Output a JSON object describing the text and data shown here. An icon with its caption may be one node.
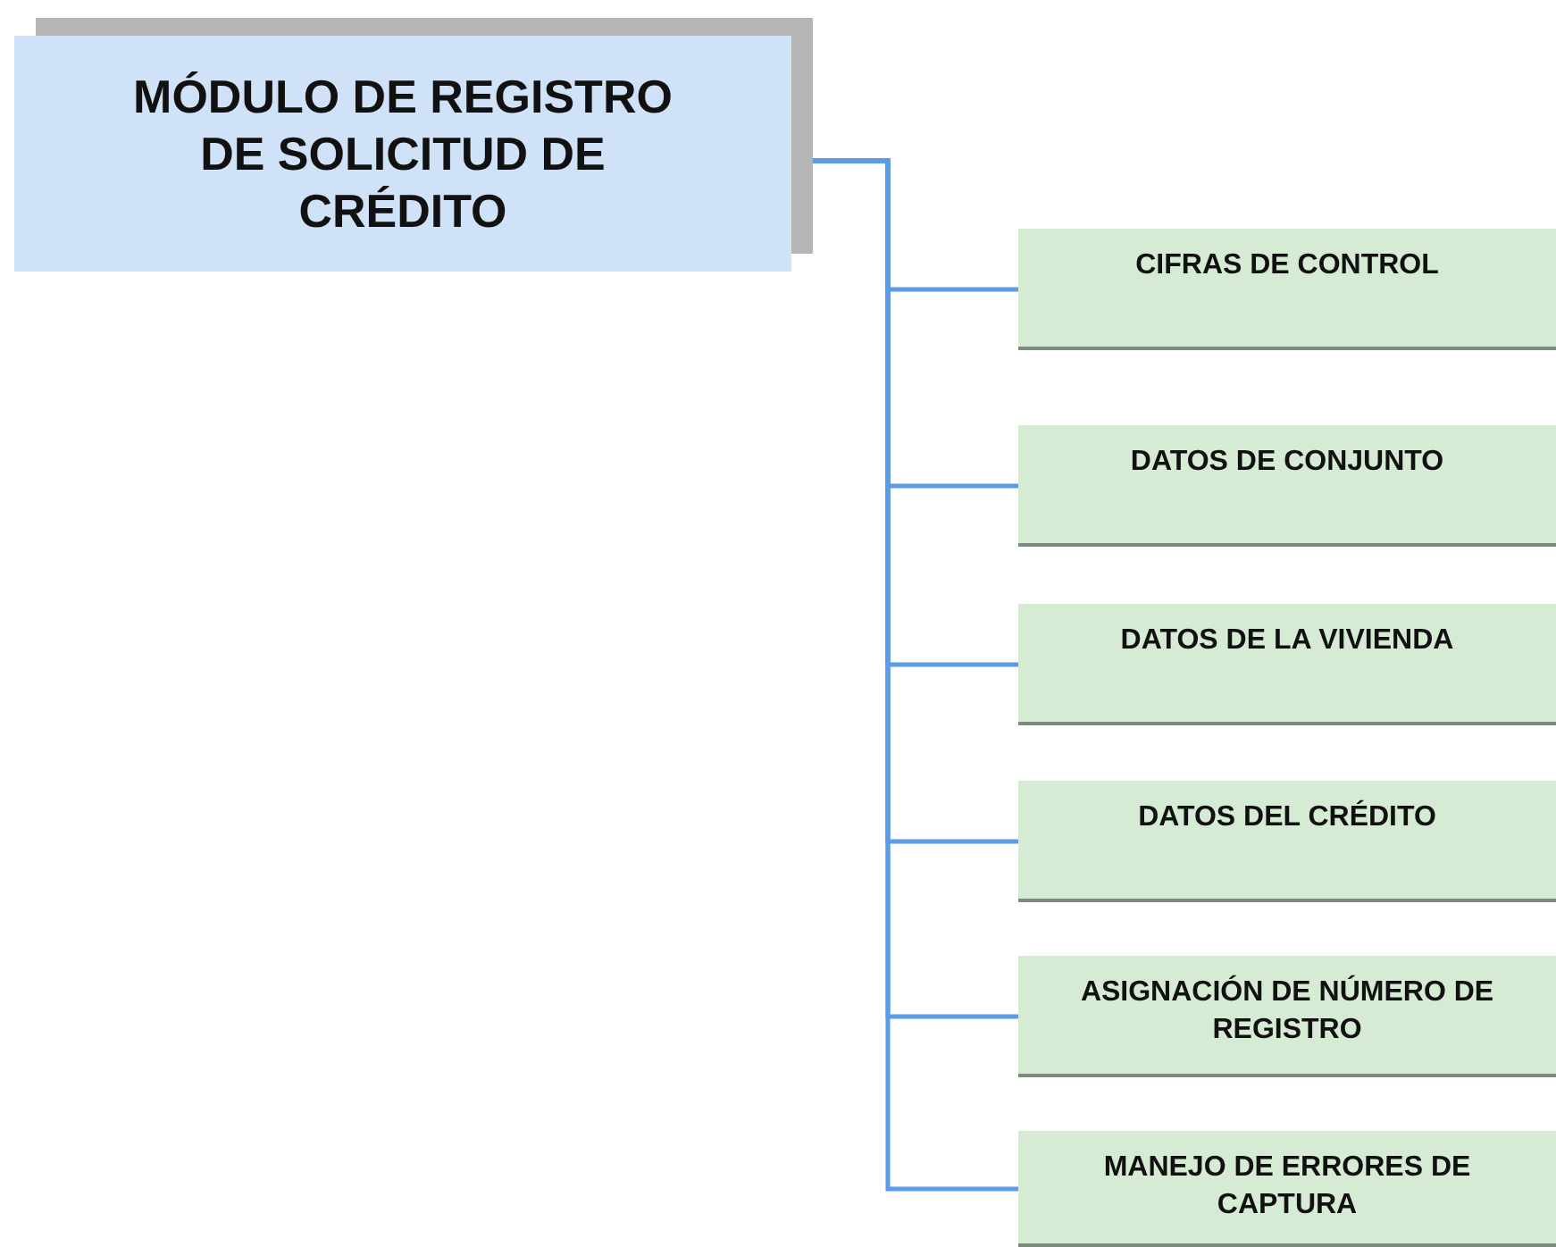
{
  "diagram": {
    "nodes": [
      {
        "text": [
          "MÓDULO DE REGISTRO DE SOLICITUD DE CRÉDITO"
        ]
      },
      {
        "text": [
          "CIFRAS DE CONTROL"
        ]
      },
      {
        "text": [
          "DATOS DE CONJUNTO"
        ]
      },
      {
        "text": [
          "DATOS DE LA VIVIENDA"
        ]
      },
      {
        "text": [
          "DATOS DEL CRÉDITO"
        ]
      },
      {
        "text": [
          "ASIGNACIÓN DE NÚMERO DE REGISTRO"
        ]
      },
      {
        "text": [
          "MANEJO DE ERRORES DE CAPTURA"
        ]
      }
    ],
    "edges": [
      {
        "from": 0,
        "to": 1,
        "arrow": "none"
      },
      {
        "from": 0,
        "to": 2,
        "arrow": "none"
      },
      {
        "from": 0,
        "to": 3,
        "arrow": "none"
      },
      {
        "from": 0,
        "to": 4,
        "arrow": "none"
      },
      {
        "from": 0,
        "to": 5,
        "arrow": "none"
      },
      {
        "from": 0,
        "to": 6,
        "arrow": "none"
      }
    ]
  }
}
